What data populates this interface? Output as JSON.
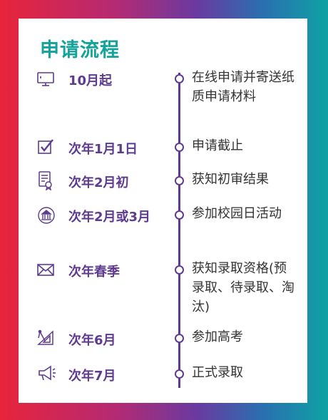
{
  "title": "申请流程",
  "steps": [
    {
      "date": "10月起",
      "desc": "在线申请并寄送纸质申请材料",
      "icon": "monitor-icon"
    },
    {
      "date": "次年1月1日",
      "desc": "申请截止",
      "icon": "checkbox-icon"
    },
    {
      "date": "次年2月初",
      "desc": "获知初审结果",
      "icon": "certificate-icon"
    },
    {
      "date": "次年2月或3月",
      "desc": "参加校园日活动",
      "icon": "campus-icon"
    },
    {
      "date": "次年春季",
      "desc": "获知录取资格(预录取、待录取、淘汰)",
      "icon": "envelope-icon"
    },
    {
      "date": "次年6月",
      "desc": "参加高考",
      "icon": "geometry-tools-icon"
    },
    {
      "date": "次年7月",
      "desc": "正式录取",
      "icon": "megaphone-icon"
    }
  ],
  "colors": {
    "accent": "#5e3b91",
    "title": "#13a39a",
    "text": "#333333"
  }
}
